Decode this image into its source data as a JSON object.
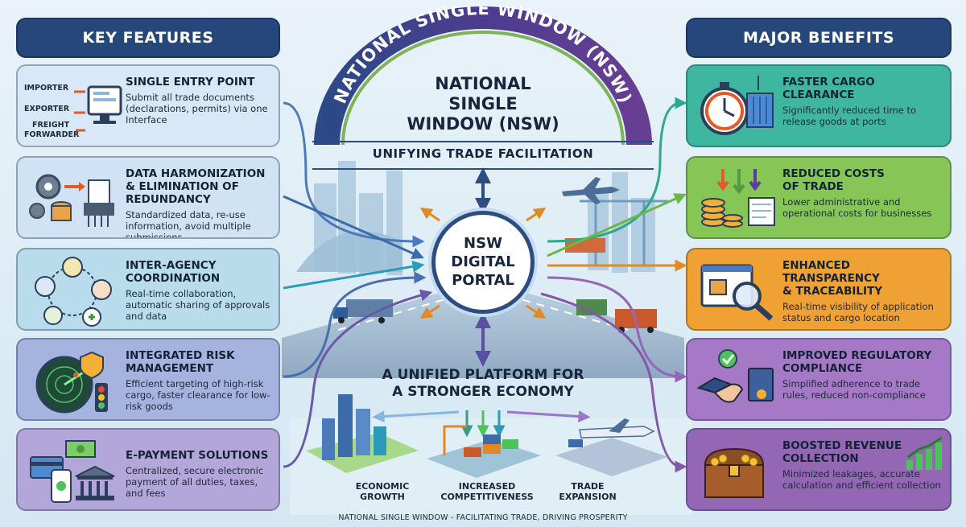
{
  "headers": {
    "key_features": "KEY FEATURES",
    "major_benefits": "MAJOR BENEFITS"
  },
  "center": {
    "arch_text": "NATIONAL SINGLE WINDOW (NSW)",
    "title_lines": [
      "NATIONAL",
      "SINGLE",
      "WINDOW (NSW)"
    ],
    "subtitle": "UNIFYING TRADE FACILITATION",
    "portal_lines": [
      "NSW",
      "DIGITAL",
      "PORTAL"
    ],
    "unified_lines": [
      "A UNIFIED PLATFORM FOR",
      "A STRONGER ECONOMY"
    ],
    "outcomes": [
      {
        "lines": [
          "ECONOMIC",
          "GROWTH"
        ]
      },
      {
        "lines": [
          "INCREASED",
          "COMPETITIVENESS"
        ]
      },
      {
        "lines": [
          "TRADE",
          "EXPANSION"
        ]
      }
    ],
    "footer": "NATIONAL SINGLE WINDOW - FACILITATING TRADE, DRIVING PROSPERITY"
  },
  "features": [
    {
      "title_lines": [
        "SINGLE ENTRY POINT"
      ],
      "desc": "Submit all trade documents (declarations, permits) via one Interface",
      "icon": "computer-terminal-icon",
      "actors": [
        "IMPORTER",
        "EXPORTER",
        "FREIGHT",
        "FORWARDER"
      ]
    },
    {
      "title_lines": [
        "DATA HARMONIZATION",
        "& ELIMINATION OF",
        "REDUNDANCY"
      ],
      "desc": "Standardized data, re-use information, avoid multiple submissions",
      "icon": "gears-database-icon"
    },
    {
      "title_lines": [
        "INTER-AGENCY",
        "COORDINATION"
      ],
      "desc": "Real-time collaboration, automatic sharing of approvals and data",
      "icon": "agency-network-icon"
    },
    {
      "title_lines": [
        "INTEGRATED RISK",
        "MANAGEMENT"
      ],
      "desc": "Efficient targeting of high-risk cargo, faster clearance for low-risk goods",
      "icon": "radar-icon"
    },
    {
      "title_lines": [
        "E-PAYMENT SOLUTIONS"
      ],
      "desc": "Centralized, secure electronic payment of all duties, taxes, and fees",
      "icon": "payment-icon"
    }
  ],
  "benefits": [
    {
      "title_lines": [
        "FASTER CARGO",
        "CLEARANCE"
      ],
      "desc": "Significantly reduced time to release goods at ports",
      "icon": "stopwatch-container-icon"
    },
    {
      "title_lines": [
        "REDUCED COSTS",
        "OF TRADE"
      ],
      "desc": "Lower administrative and operational costs for businesses",
      "icon": "coins-down-arrows-icon"
    },
    {
      "title_lines": [
        "ENHANCED TRANSPARENCY",
        "& TRACEABILITY"
      ],
      "desc": "Real-time visibility of application status and cargo location",
      "icon": "magnifier-screen-icon"
    },
    {
      "title_lines": [
        "IMPROVED REGULATORY",
        "COMPLIANCE"
      ],
      "desc": "Simplified adherence to trade rules, reduced non-compliance",
      "icon": "handshake-check-icon"
    },
    {
      "title_lines": [
        "BOOSTED REVENUE",
        "COLLECTION"
      ],
      "desc": "Minimized leakages, accurate calculation and efficient collection",
      "icon": "treasure-chest-icon"
    }
  ],
  "colors": {
    "navy": "#26477a",
    "teal": "#3fb7a0",
    "green": "#86c657",
    "orange": "#f0a134",
    "purple": "#a679c7",
    "violet": "#9467b5"
  }
}
